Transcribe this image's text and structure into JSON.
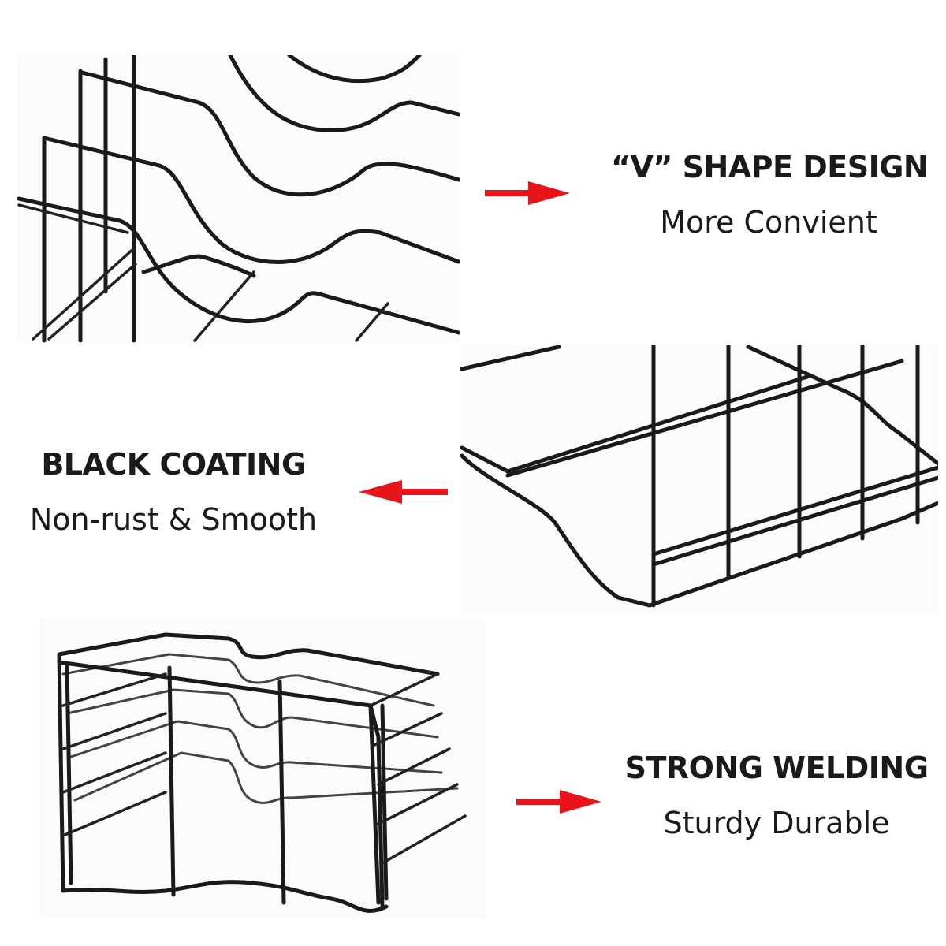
{
  "features": [
    {
      "title": "“V” SHAPE DESIGN",
      "subtitle": "More Convient",
      "arrow_direction": "right",
      "photo": "v-shape-wire-closeup"
    },
    {
      "title": "BLACK COATING",
      "subtitle": "Non-rust & Smooth",
      "arrow_direction": "left",
      "photo": "black-coated-wire-base"
    },
    {
      "title": "STRONG WELDING",
      "subtitle": "Sturdy Durable",
      "arrow_direction": "right",
      "photo": "full-wire-lid-rack"
    }
  ],
  "colors": {
    "arrow": "#e8141a",
    "text": "#1a1a1a",
    "wire": "#1a1a1a",
    "background": "#ffffff"
  }
}
